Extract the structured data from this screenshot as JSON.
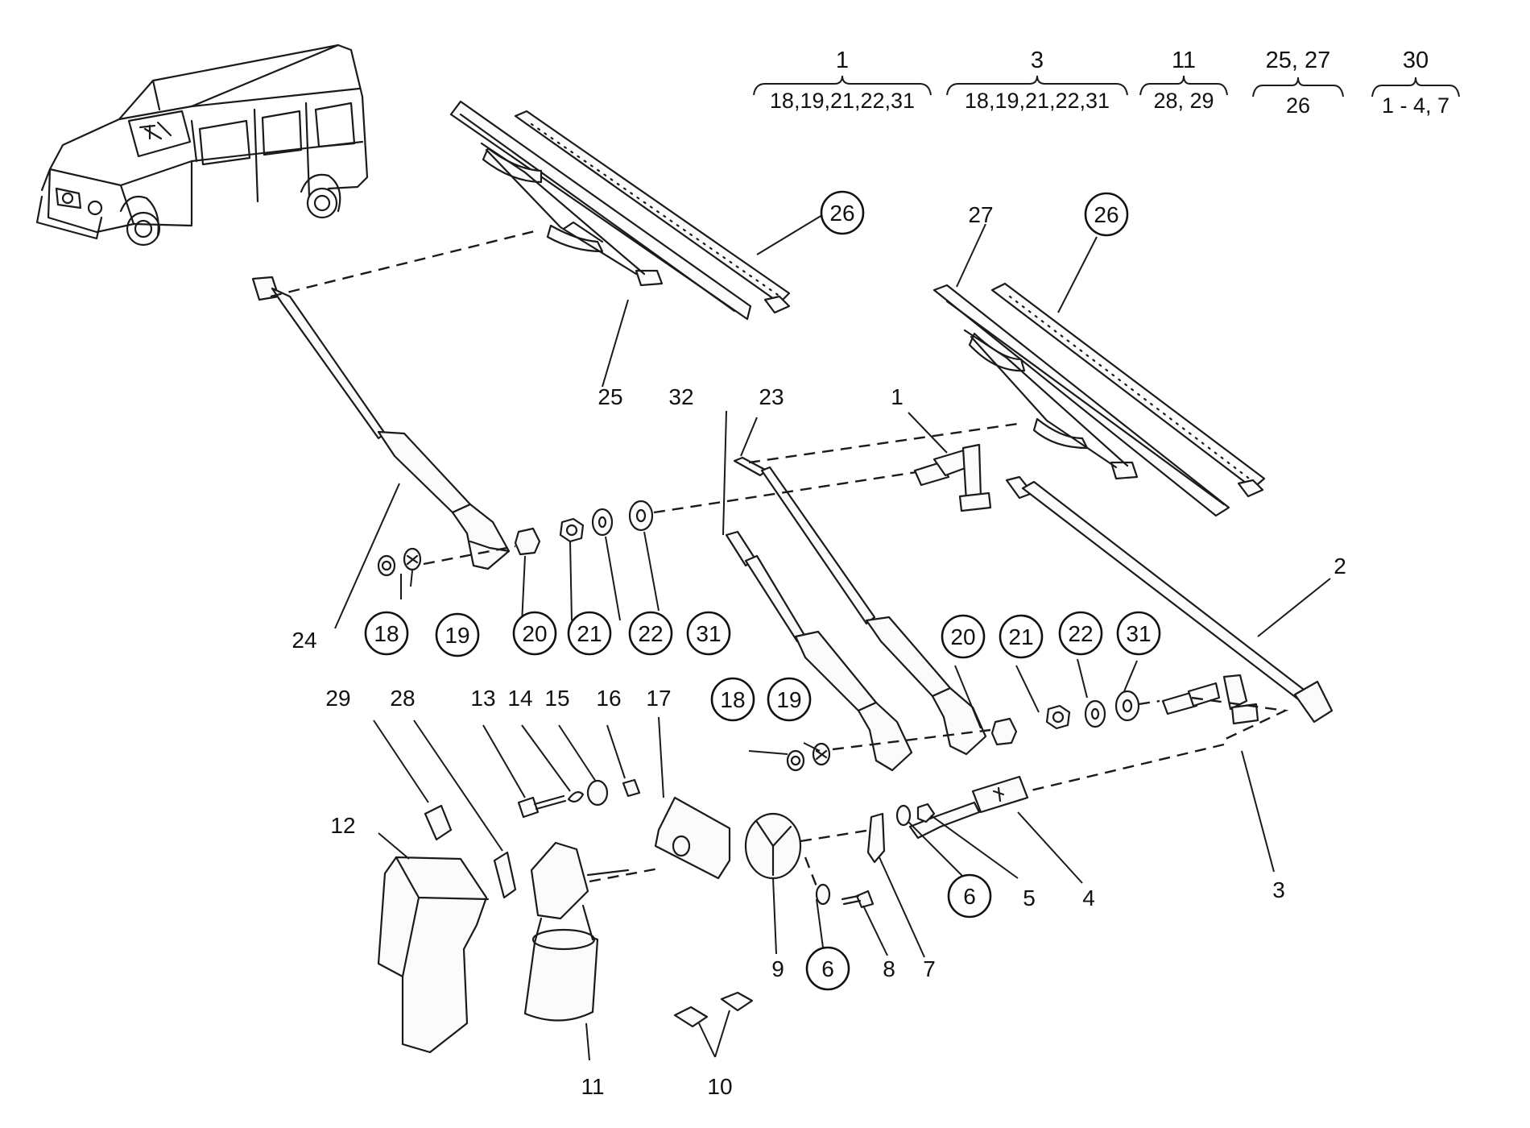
{
  "legend_groups": [
    {
      "head": "1",
      "items": "18,19,21,22,31"
    },
    {
      "head": "3",
      "items": "18,19,21,22,31"
    },
    {
      "head": "11",
      "items": "28, 29"
    },
    {
      "head": "25, 27",
      "items": "26"
    },
    {
      "head": "30",
      "items": "1 - 4, 7"
    }
  ],
  "callouts": {
    "c26a": "26",
    "c26b": "26",
    "c27": "27",
    "c25": "25",
    "c32": "32",
    "c23": "23",
    "c1": "1",
    "c2": "2",
    "c3": "3",
    "c4": "4",
    "c5": "5",
    "c6a": "6",
    "c6b": "6",
    "c7": "7",
    "c8": "8",
    "c9": "9",
    "c10": "10",
    "c11": "11",
    "c12": "12",
    "c13": "13",
    "c14": "14",
    "c15": "15",
    "c16": "16",
    "c17": "17",
    "c18a": "18",
    "c19a": "19",
    "c20a": "20",
    "c21a": "21",
    "c22a": "22",
    "c31a": "31",
    "c18b": "18",
    "c19b": "19",
    "c20b": "20",
    "c21b": "21",
    "c22b": "22",
    "c31b": "31",
    "c24": "24",
    "c28": "28",
    "c29": "29"
  }
}
